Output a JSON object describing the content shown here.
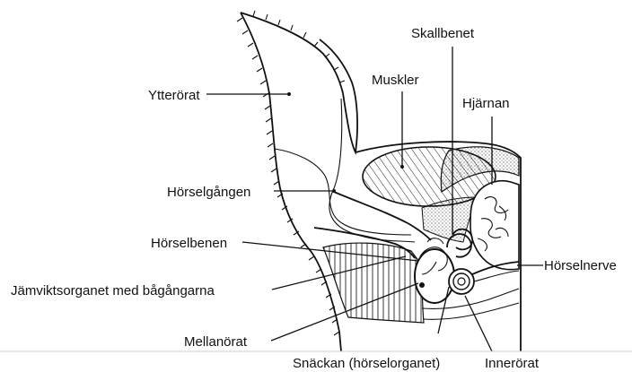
{
  "labels": {
    "ytterorat": "Ytterörat",
    "horselgangen": "Hörselgången",
    "horselbenen": "Hörselbenen",
    "jamviktsorganet": "Jämviktsorganet med bågångarna",
    "mellanorat": "Mellanörat",
    "snackan": "Snäckan (hörselorganet)",
    "innerorat": "Innerörat",
    "horselnerve": "Hörselnerve",
    "hjarnan": "Hjärnan",
    "muskler": "Muskler",
    "skallbenet": "Skallbenet"
  }
}
